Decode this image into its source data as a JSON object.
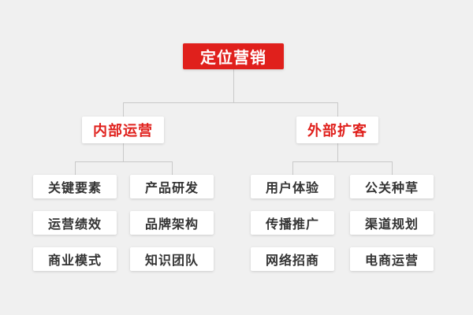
{
  "page": {
    "background": "#f0f0f0"
  },
  "colors": {
    "accent_red": "#e0201c",
    "node_background": "#ffffff",
    "leaf_text": "#333333",
    "connector_line": "#c9c9c9"
  },
  "chart_data": {
    "type": "tree",
    "root": {
      "label": "定位营销"
    },
    "branches": [
      {
        "label": "内部运营",
        "children": [
          "关键要素",
          "产品研发",
          "运营绩效",
          "品牌架构",
          "商业模式",
          "知识团队"
        ]
      },
      {
        "label": "外部扩客",
        "children": [
          "用户体验",
          "公关种草",
          "传播推广",
          "渠道规划",
          "网络招商",
          "电商运营"
        ]
      }
    ]
  }
}
